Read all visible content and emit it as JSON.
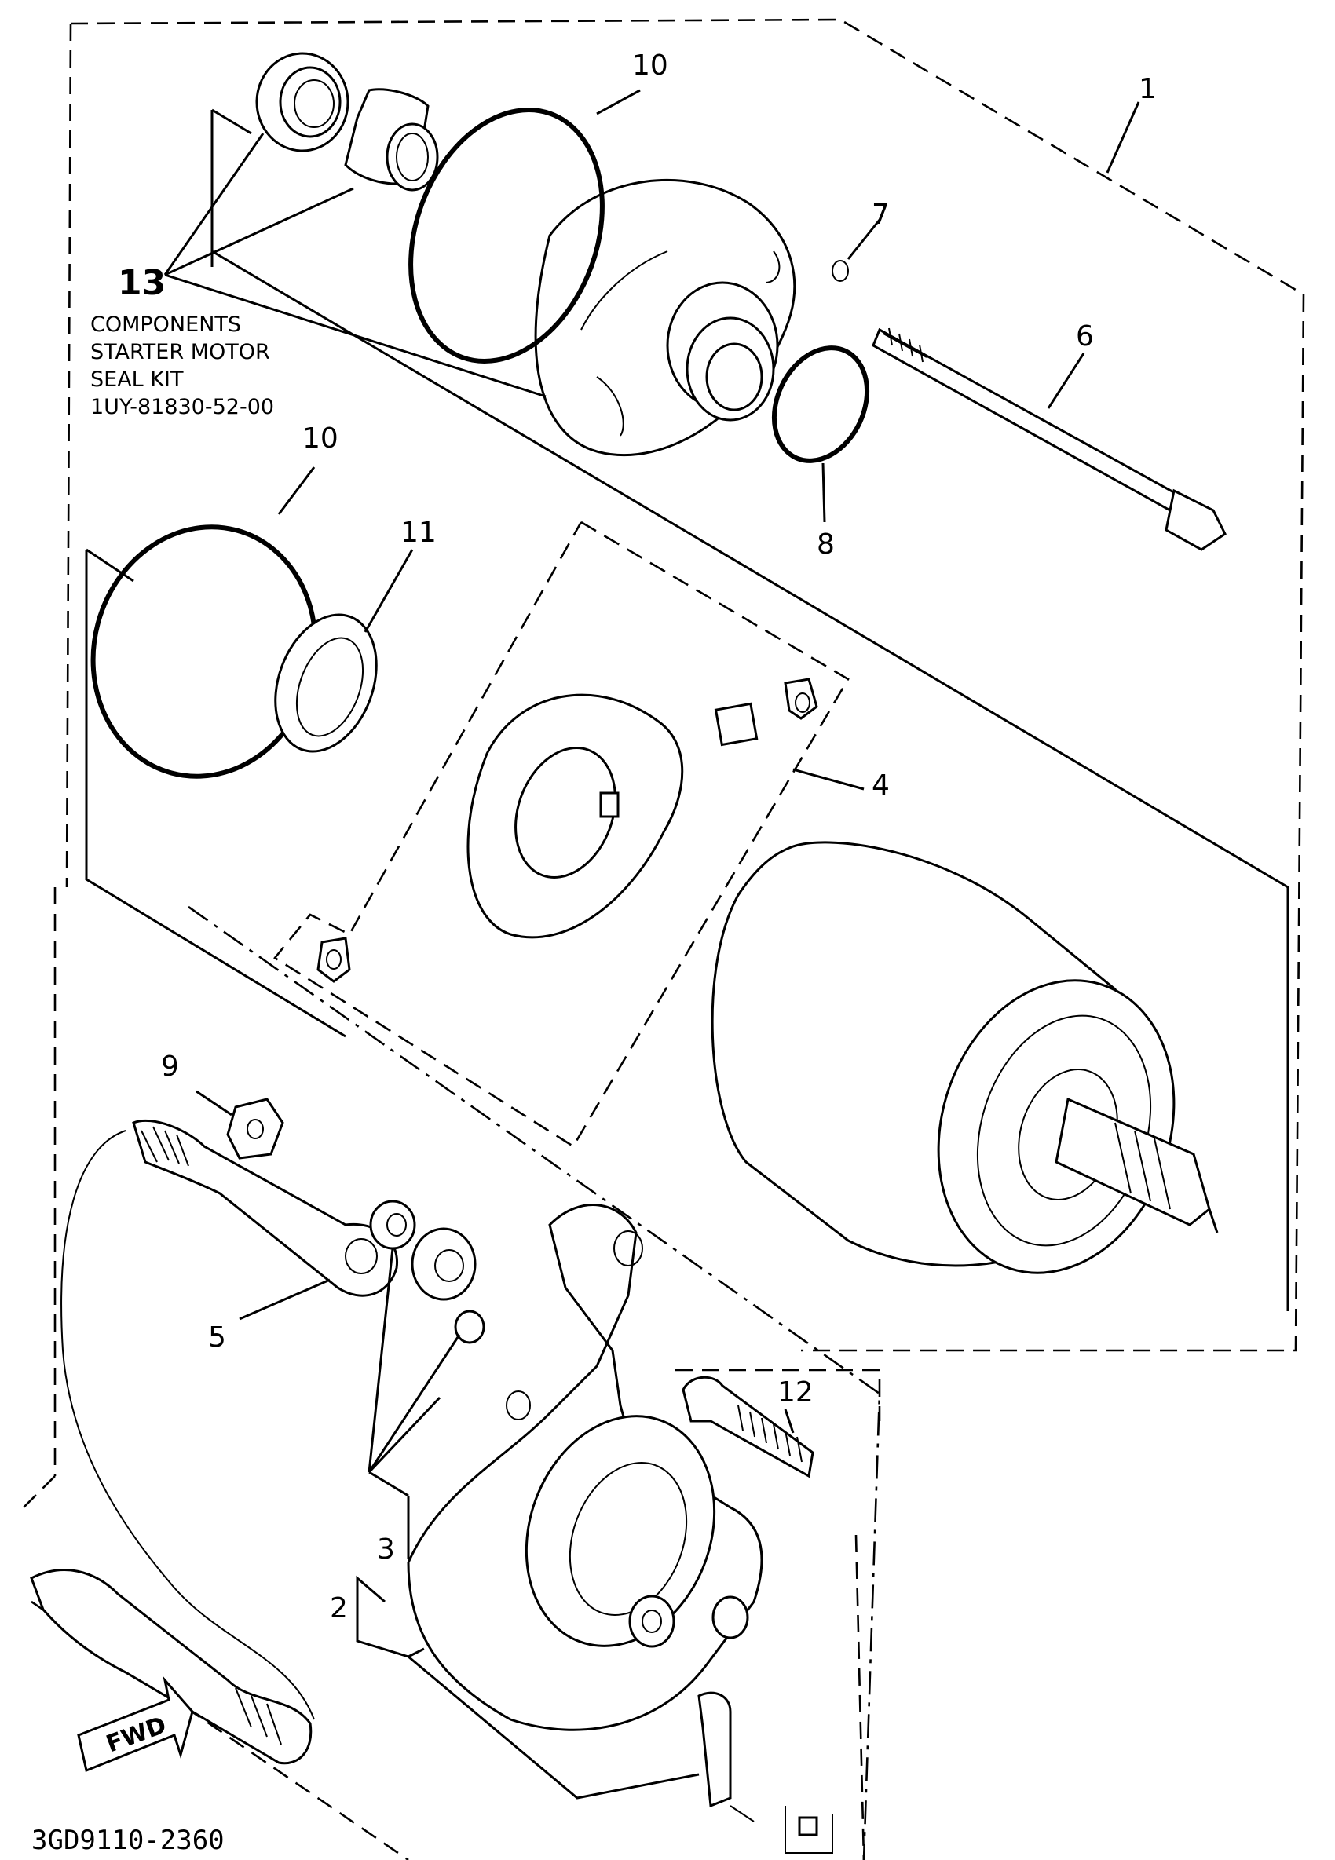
{
  "diagram": {
    "callouts": {
      "c1": "1",
      "c2": "2",
      "c3": "3",
      "c4": "4",
      "c5": "5",
      "c6": "6",
      "c7": "7",
      "c8": "8",
      "c9": "9",
      "c10_top": "10",
      "c10_left": "10",
      "c11": "11",
      "c12": "12",
      "c13": "13"
    },
    "kit_note": {
      "line1": "COMPONENTS",
      "line2": "STARTER MOTOR",
      "line3": "SEAL KIT",
      "line4": "1UY-81830-52-00"
    },
    "fwd_label": "FWD",
    "drawing_code": "3GD9110-2360"
  }
}
